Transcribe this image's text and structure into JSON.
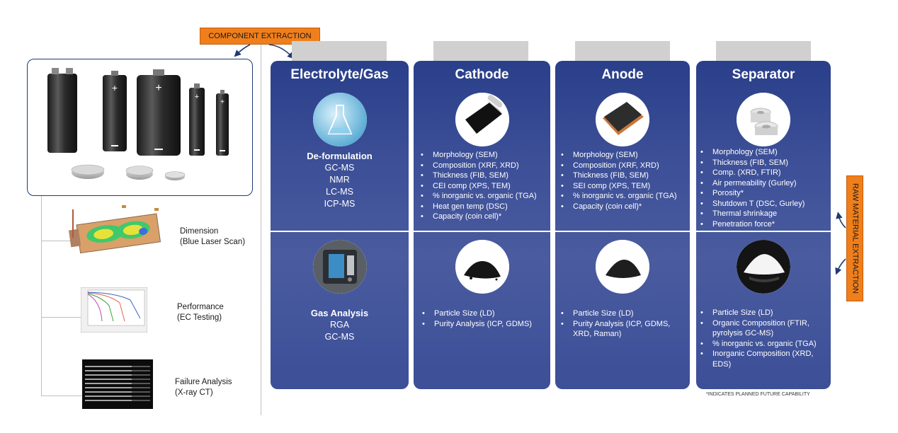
{
  "tags": {
    "component_extraction": "COMPONENT EXTRACTION",
    "raw_material_extraction": "RAW MATERIAL EXTRACTION"
  },
  "side_panel": {
    "items": [
      {
        "label": "Dimension",
        "sub": "(Blue Laser Scan)"
      },
      {
        "label": "Performance",
        "sub": "(EC Testing)"
      },
      {
        "label": "Failure Analysis",
        "sub": "(X-ray CT)"
      }
    ]
  },
  "columns": [
    {
      "title": "Electrolyte/Gas",
      "top": {
        "heading": "De-formulation",
        "lines": [
          "GC-MS",
          "NMR",
          "LC-MS",
          "ICP-MS"
        ]
      },
      "bottom": {
        "heading": "Gas Analysis",
        "lines": [
          "RGA",
          "GC-MS"
        ]
      }
    },
    {
      "title": "Cathode",
      "top": {
        "bullets": [
          "Morphology (SEM)",
          "Composition (XRF, XRD)",
          "Thickness (FIB, SEM)",
          "CEI comp (XPS, TEM)",
          "% inorganic vs. organic (TGA)",
          "Heat gen temp (DSC)",
          "Capacity (coin cell)*"
        ]
      },
      "bottom": {
        "bullets": [
          "Particle Size (LD)",
          "Purity Analysis (ICP, GDMS)"
        ]
      }
    },
    {
      "title": "Anode",
      "top": {
        "bullets": [
          "Morphology (SEM)",
          "Composition (XRF, XRD)",
          "Thickness (FIB, SEM)",
          "SEI comp (XPS, TEM)",
          "% inorganic vs. organic (TGA)",
          "Capacity (coin cell)*"
        ]
      },
      "bottom": {
        "bullets": [
          "Particle Size (LD)",
          "Purity Analysis (ICP, GDMS,",
          "XRD, Raman)"
        ]
      }
    },
    {
      "title": "Separator",
      "top": {
        "bullets": [
          "Morphology (SEM)",
          "Thickness (FIB, SEM)",
          "Comp. (XRD, FTIR)",
          "Air permeability (Gurley)",
          "Porosity*",
          "Shutdown T (DSC, Gurley)",
          "Thermal shrinkage",
          "Penetration force*"
        ]
      },
      "bottom": {
        "bullets": [
          "Particle Size (LD)",
          "Organic Composition (FTIR,",
          "pyrolysis GC-MS)",
          "% inorganic vs. organic (TGA)",
          "Inorganic Composition (XRD,",
          "EDS)"
        ]
      }
    }
  ],
  "footnote": "*INDICATES PLANNED FUTURE CAPABILITY",
  "colors": {
    "column_blue": "#3c4f97",
    "tag_orange": "#f07f1b",
    "arrow_navy": "#1f3a73"
  }
}
